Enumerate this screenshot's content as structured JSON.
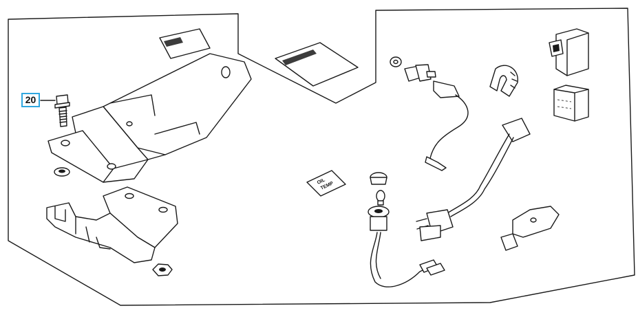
{
  "callouts": [
    {
      "id": "20",
      "label": "20"
    }
  ],
  "labels": {
    "oil_temp_line1": "OIL",
    "oil_temp_line2": "TEMP"
  },
  "colors": {
    "callout_border": "#2fa7e0",
    "line": "#1a1a1a",
    "background": "#ffffff"
  }
}
